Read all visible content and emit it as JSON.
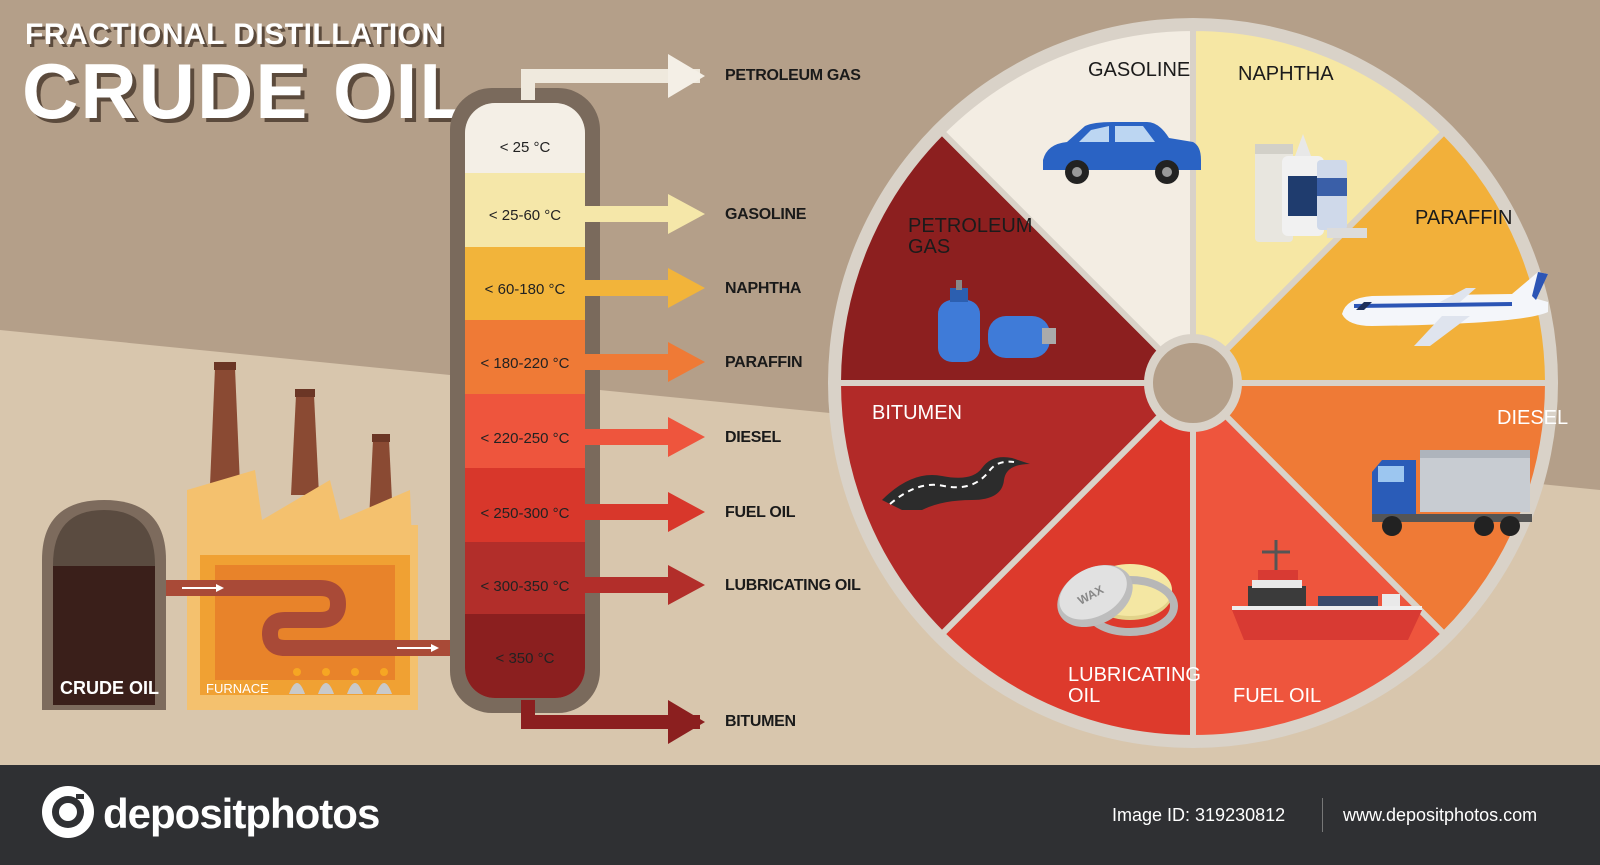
{
  "title": {
    "line1": "FRACTIONAL DISTILLATION",
    "line2": "CRUDE OIL"
  },
  "plant": {
    "crude_oil_label": "CRUDE OIL",
    "furnace_label": "FURNACE"
  },
  "column": {
    "fractions": [
      {
        "temp": "< 25 °C",
        "product": "PETROLEUM GAS",
        "color": "#f4efe6"
      },
      {
        "temp": "< 25-60 °C",
        "product": "GASOLINE",
        "color": "#f5e7a9"
      },
      {
        "temp": "< 60-180 °C",
        "product": "NAPHTHA",
        "color": "#f2b43a"
      },
      {
        "temp": "< 180-220 °C",
        "product": "PARAFFIN",
        "color": "#ef7a36"
      },
      {
        "temp": "< 220-250 °C",
        "product": "DIESEL",
        "color": "#ee553d"
      },
      {
        "temp": "< 250-300 °C",
        "product": "FUEL OIL",
        "color": "#d8372b"
      },
      {
        "temp": "< 300-350 °C",
        "product": "LUBRICATING OIL",
        "color": "#b22e2a"
      },
      {
        "temp": "< 350 °C",
        "product": "BITUMEN",
        "color": "#8b1f1f"
      }
    ]
  },
  "wheel": {
    "segments": [
      {
        "label": "GASOLINE",
        "color": "#f6e7a4",
        "icon": "car-icon"
      },
      {
        "label": "NAPHTHA",
        "color": "#f2b03a",
        "icon": "chemical-bottles-icon"
      },
      {
        "label": "PARAFFIN",
        "color": "#ef7a36",
        "icon": "airplane-icon"
      },
      {
        "label": "DIESEL",
        "color": "#ee553d",
        "icon": "truck-icon"
      },
      {
        "label": "FUEL OIL",
        "color": "#dd3a2c",
        "icon": "ship-icon"
      },
      {
        "label": "LUBRICATING OIL",
        "color": "#b22a28",
        "icon": "wax-tin-icon"
      },
      {
        "label": "BITUMEN",
        "color": "#8c1f1f",
        "icon": "road-icon"
      },
      {
        "label": "PETROLEUM GAS",
        "color": "#f3ede3",
        "icon": "gas-cylinder-icon"
      }
    ],
    "wax_text": "WAX"
  },
  "footer": {
    "brand": "depositphotos",
    "image_id": "Image ID: 319230812",
    "site": "www.depositphotos.com"
  }
}
